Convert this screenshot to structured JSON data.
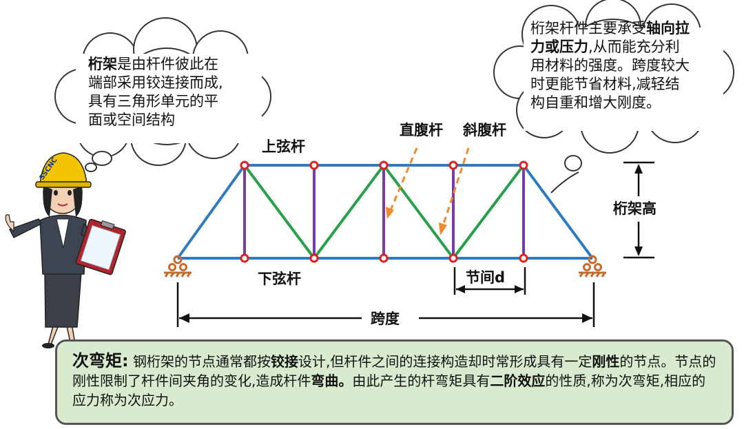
{
  "bubble_left": {
    "bold": "桁架",
    "text_1": "是由杆件彼此在",
    "line_2": "端部采用铰连接而成,",
    "line_3": "具有三角形单元的平",
    "line_4": "面或空间结构"
  },
  "bubble_right": {
    "line_1a": "桁架杆件主要承受",
    "line_1b": "轴向拉",
    "line_2a": "力或压力",
    "line_2b": ",从而能充分利",
    "line_3": "用材料的强度。跨度较大",
    "line_4": "时更能节省材料,减轻结",
    "line_5": "构自重和增大刚度。"
  },
  "labels": {
    "top_chord": "上弦杆",
    "bottom_chord": "下弦杆",
    "vertical_web": "直腹杆",
    "diagonal_web": "斜腹杆",
    "truss_height": "桁架高",
    "panel": "节间d",
    "span": "跨度"
  },
  "helmet_text": "SSCNC",
  "info": {
    "title": "次弯矩:",
    "p1": "钢桁架的节点通常都按",
    "b1": "铰接",
    "p2": "设计,但杆件之间的连接构造却时常形成具有一定",
    "b2": "刚性",
    "p3": "的节点。节点的刚性限制了杆件间夹角的变化,造成杆件",
    "b3": "弯曲。",
    "p4": "由此产生的杆弯矩具有",
    "b4": "二阶效应",
    "p5": "的性质,称为次弯矩,相应的应力称为次应力。"
  },
  "colors": {
    "chord": "#2e7bc4",
    "diagonal": "#26a04a",
    "vertical": "#7a3aa8",
    "node": "#e02020",
    "arrow": "#f08a2a",
    "support": "#c96a2a",
    "info_bg": "#d9ebcf"
  }
}
